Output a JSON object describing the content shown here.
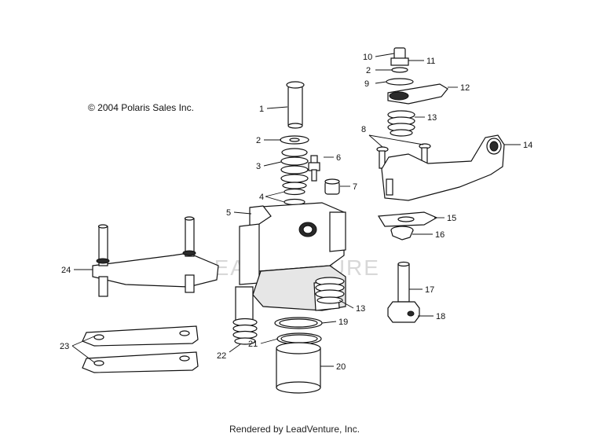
{
  "copyright": "© 2004 Polaris Sales Inc.",
  "footer": "Rendered by LeadVenture, Inc.",
  "watermark": "LEADVENTURE",
  "callouts": [
    "1",
    "2",
    "3",
    "4",
    "5",
    "6",
    "7",
    "8",
    "9",
    "10",
    "11",
    "12",
    "13",
    "14",
    "15",
    "16",
    "17",
    "18",
    "19",
    "20",
    "21",
    "22",
    "23",
    "24"
  ]
}
